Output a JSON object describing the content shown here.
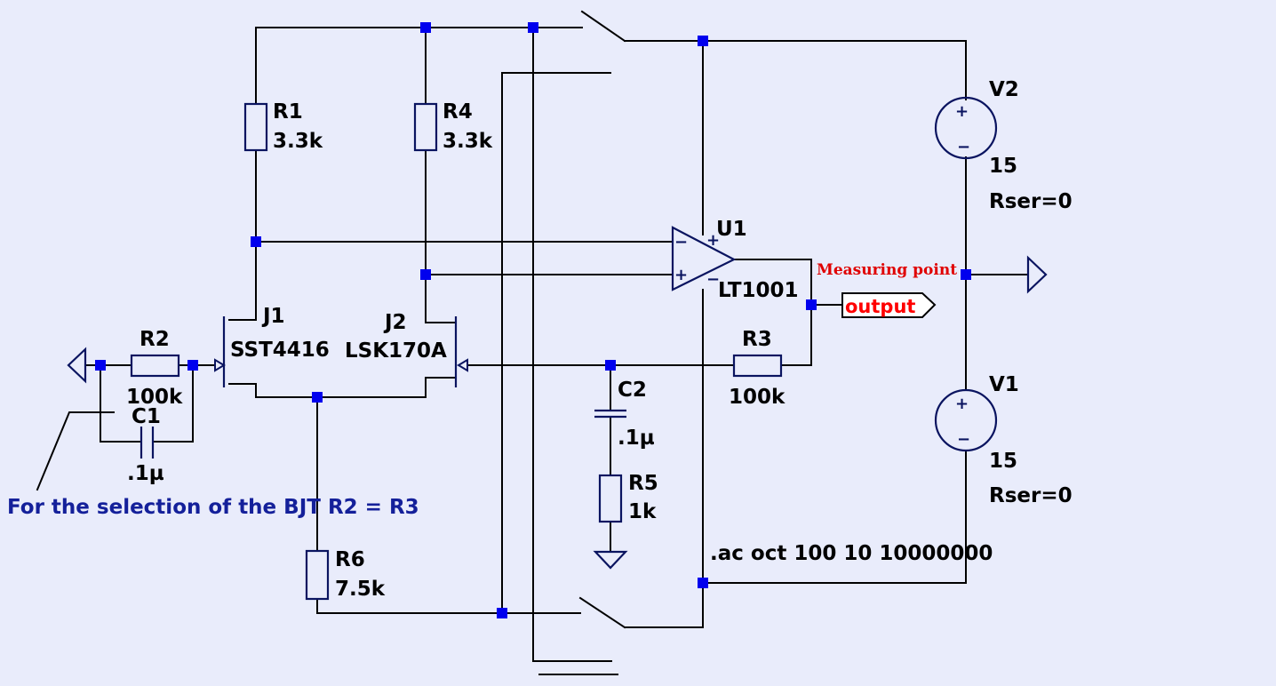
{
  "components": {
    "r1": {
      "ref": "R1",
      "value": "3.3k"
    },
    "r4": {
      "ref": "R4",
      "value": "3.3k"
    },
    "r2": {
      "ref": "R2",
      "value": "100k"
    },
    "r3": {
      "ref": "R3",
      "value": "100k"
    },
    "r5": {
      "ref": "R5",
      "value": "1k"
    },
    "r6": {
      "ref": "R6",
      "value": "7.5k"
    },
    "c1": {
      "ref": "C1",
      "value": ".1µ"
    },
    "c2": {
      "ref": "C2",
      "value": ".1µ"
    },
    "j1": {
      "ref": "J1",
      "value": "SST4416"
    },
    "j2": {
      "ref": "J2",
      "value": "LSK170A"
    },
    "u1": {
      "ref": "U1",
      "value": "LT1001"
    },
    "v1": {
      "ref": "V1",
      "value": "15",
      "rser": "Rser=0"
    },
    "v2": {
      "ref": "V2",
      "value": "15",
      "rser": "Rser=0"
    }
  },
  "annotations": {
    "measuring_point": "Measuring point",
    "output_label": "output",
    "note": "For the selection of the BJT R2 = R3",
    "directive": ".ac oct 100 10 10000000"
  },
  "colors": {
    "background": "#e9ecfb",
    "wire": "#000000",
    "junction": "#0000ee",
    "component": "#0a1460",
    "note_text": "#14209a",
    "highlight": "#ff0000"
  }
}
